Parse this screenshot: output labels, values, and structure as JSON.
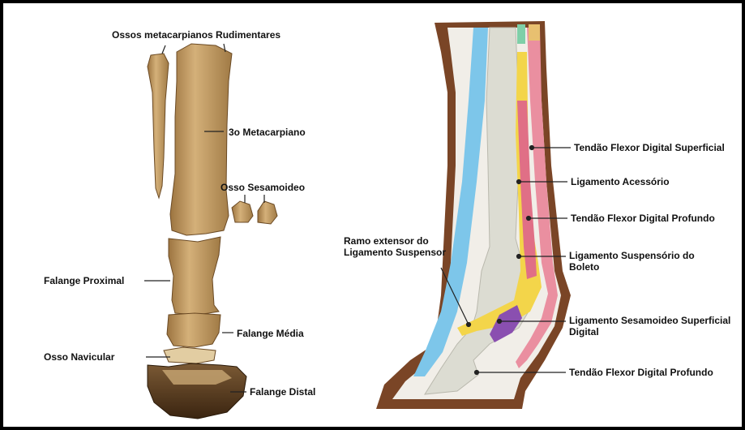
{
  "left_panel": {
    "labels": {
      "rudimentary_metacarpals": "Ossos metacarpianos Rudimentares",
      "third_metacarpal": "3o Metacarpiano",
      "sesamoid": "Osso Sesamoideo",
      "proximal_phalanx": "Falange Proximal",
      "middle_phalanx": "Falange Média",
      "navicular": "Osso Navicular",
      "distal_phalanx": "Falange Distal"
    }
  },
  "right_panel": {
    "labels": {
      "superficial_flexor": "Tendão Flexor Digital Superficial",
      "accessory_ligament": "Ligamento Acessório",
      "deep_flexor_upper": "Tendão Flexor Digital Profundo",
      "suspensory_ligament": "Ligamento Suspensório do Boleto",
      "extensor_branch": "Ramo extensor do Ligamento Suspensor",
      "superficial_sesamoid": "Ligamento Sesamoideo Superficial Digital",
      "deep_flexor_lower": "Tendão Flexor Digital Profundo"
    }
  },
  "colors": {
    "bone": "#c89f63",
    "bone_dark": "#5a3a1c",
    "hoof_skin": "#7a4526",
    "soft_bone": "#dcdcd2",
    "blue_extensor": "#7dc6ea",
    "yellow_ligament": "#f3d54a",
    "pink_tendon": "#ea8fa0",
    "purple_ligament": "#8a4fb0"
  }
}
